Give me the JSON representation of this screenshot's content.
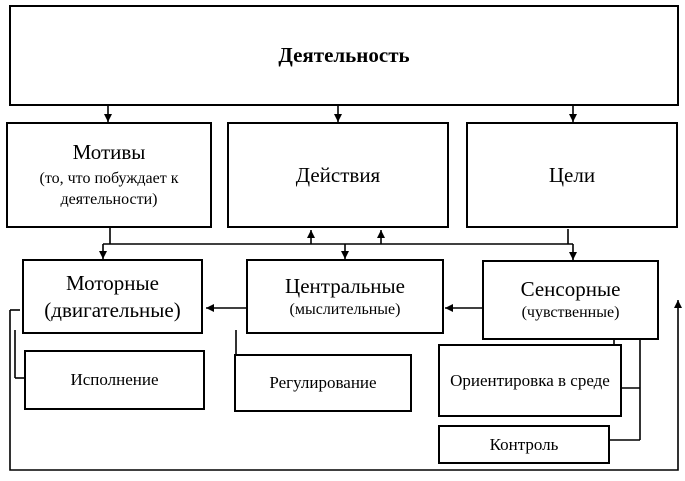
{
  "activity": {
    "title": "Деятельность"
  },
  "motives": {
    "title": "Мотивы",
    "subtitle": "(то, что побуждает к деятельности)"
  },
  "actions": {
    "title": "Действия"
  },
  "goals": {
    "title": "Цели"
  },
  "motor": {
    "title": "Моторные",
    "subtitle": "(двигательные)"
  },
  "central": {
    "title": "Центральные",
    "subtitle": "(мыслительные)"
  },
  "sensory": {
    "title": "Сенсорные",
    "subtitle": "(чувственные)"
  },
  "execution": {
    "title": "Исполнение"
  },
  "regulation": {
    "title": "Регулирование"
  },
  "orientation": {
    "title": "Ориентировка в среде"
  },
  "control": {
    "title": "Контроль"
  }
}
